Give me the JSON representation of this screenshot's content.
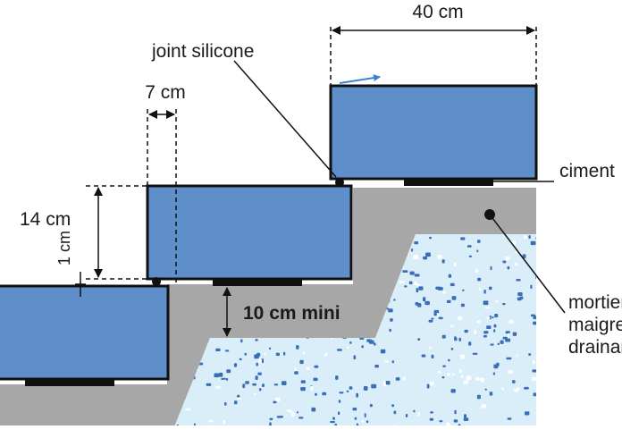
{
  "labels": {
    "width_40": "40 cm",
    "joint": "joint silicone",
    "width_7": "7 cm",
    "height_14": "14 cm",
    "gap_1": "1 cm",
    "min_10": "10 cm mini",
    "ciment": "ciment",
    "mortier_line1": "mortier",
    "mortier_line2": "maigre",
    "mortier_line3": "drainant"
  },
  "colors": {
    "step_fill": "#5e8fcb",
    "mortar_grey": "#a7a7a7",
    "gravel_bg": "#d9eef8",
    "gravel_dot": "#3a6fb8",
    "outline": "#111111",
    "arrow_blue": "#3b82d6"
  }
}
